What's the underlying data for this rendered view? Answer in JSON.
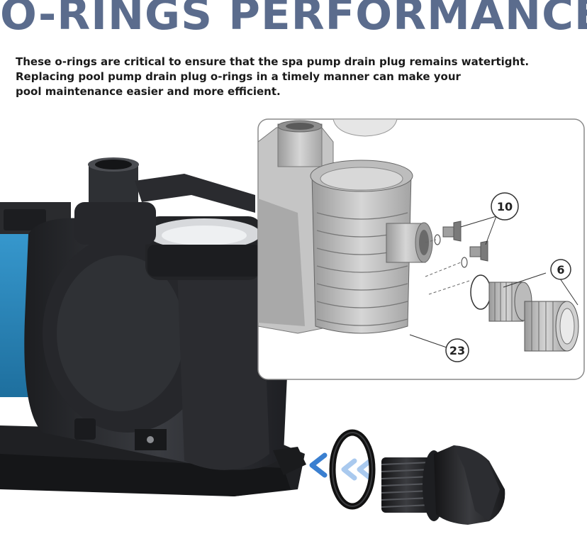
{
  "heading": {
    "title": "O-RINGS PERFORMANCE"
  },
  "description": {
    "lines": [
      "These o-rings are critical to ensure that the spa pump drain plug remains watertight.",
      "Replacing pool pump drain plug o-rings in a timely manner can make your",
      "pool maintenance easier and more efficient."
    ]
  },
  "diagram": {
    "callouts": [
      {
        "label": "10"
      },
      {
        "label": "6"
      },
      {
        "label": "23"
      }
    ]
  },
  "colors": {
    "title": "#5b6c8d",
    "pump_body": "#2a2c30",
    "motor_blue": "#2e8fc4",
    "arrow_blue": "#3a7fd0",
    "diagram_gray": "#b8b8b8"
  },
  "icons": [
    "pool-pump-image",
    "exploded-diagram-image",
    "o-ring-image",
    "drain-plug-image",
    "insert-arrow-icon"
  ]
}
